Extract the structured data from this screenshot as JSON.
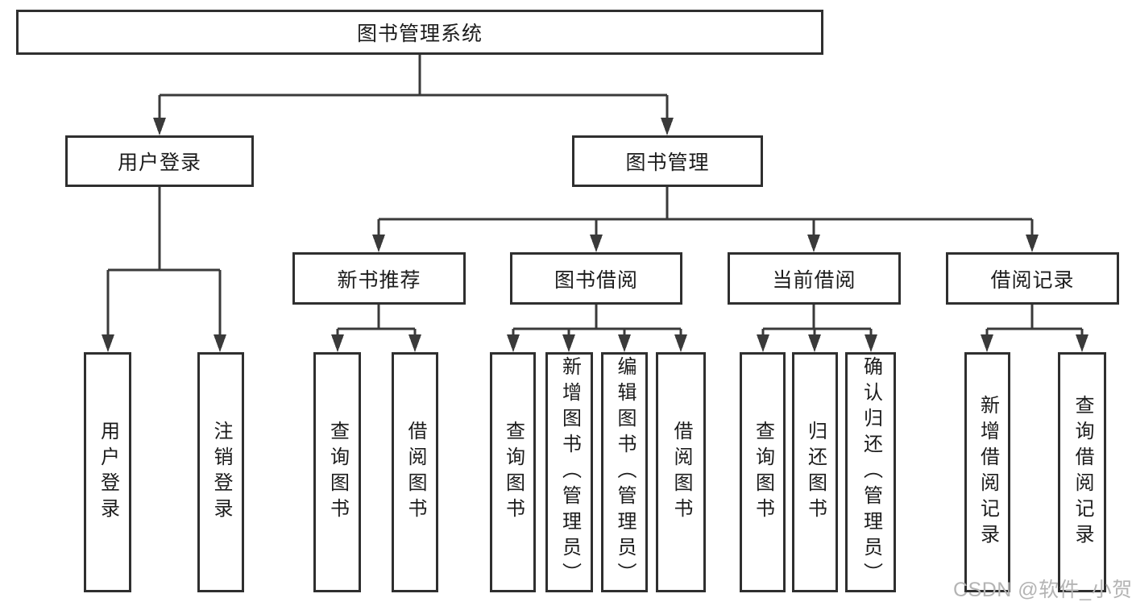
{
  "colors": {
    "background": "#ffffff",
    "line": "#3a3a3a",
    "box_border": "#2f2f2f",
    "box_fill": "#ffffff",
    "label_text": "#1c1c1c",
    "watermark_text": "#b4b4b4"
  },
  "watermark": "CSDN @软件_小贺同学",
  "tree": {
    "root": "图书管理系统",
    "branches": [
      {
        "label": "用户登录",
        "children": [
          "用户登录",
          "注销登录"
        ]
      },
      {
        "label": "图书管理",
        "children": [
          {
            "label": "新书推荐",
            "children": [
              "查询图书",
              "借阅图书"
            ]
          },
          {
            "label": "图书借阅",
            "children": [
              "查询图书",
              "新增图书（管理员）",
              "编辑图书（管理员）",
              "借阅图书"
            ]
          },
          {
            "label": "当前借阅",
            "children": [
              "查询图书",
              "归还图书",
              "确认归还（管理员）"
            ]
          },
          {
            "label": "借阅记录",
            "children": [
              "新增借阅记录",
              "查询借阅记录"
            ]
          }
        ]
      }
    ]
  }
}
